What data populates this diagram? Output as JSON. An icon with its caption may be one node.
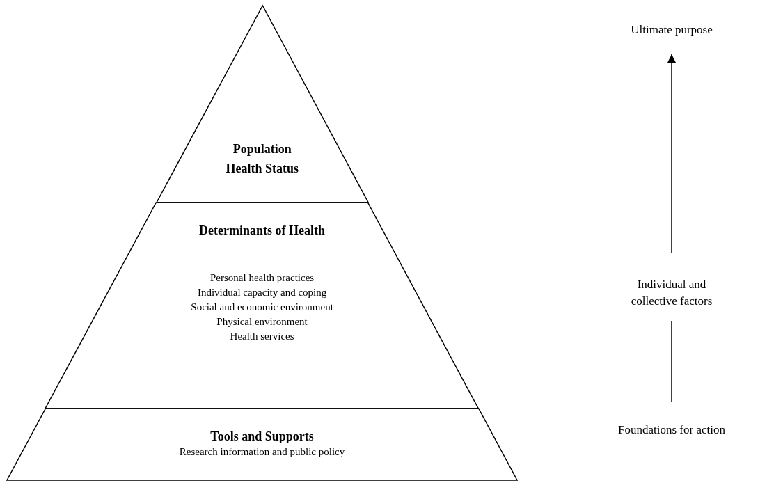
{
  "diagram": {
    "nodes": [
      {
        "text": [
          "Population Health Status"
        ]
      },
      {
        "text": [
          "Determinants of Health",
          "Personal health practices",
          "Individual capacity and coping",
          "Social and economic environment",
          "Physical environment",
          "Health services"
        ]
      },
      {
        "text": [
          "Tools and Supports",
          "Research information and public policy"
        ]
      },
      {
        "text": [
          "Ultimate purpose"
        ]
      },
      {
        "text": [
          "Individual and collective factors"
        ]
      },
      {
        "text": [
          "Foundations for action"
        ]
      }
    ],
    "edges": [
      {
        "from": 5,
        "to": 4,
        "arrow": "none"
      },
      {
        "from": 4,
        "to": 3,
        "arrow": "to"
      }
    ]
  }
}
